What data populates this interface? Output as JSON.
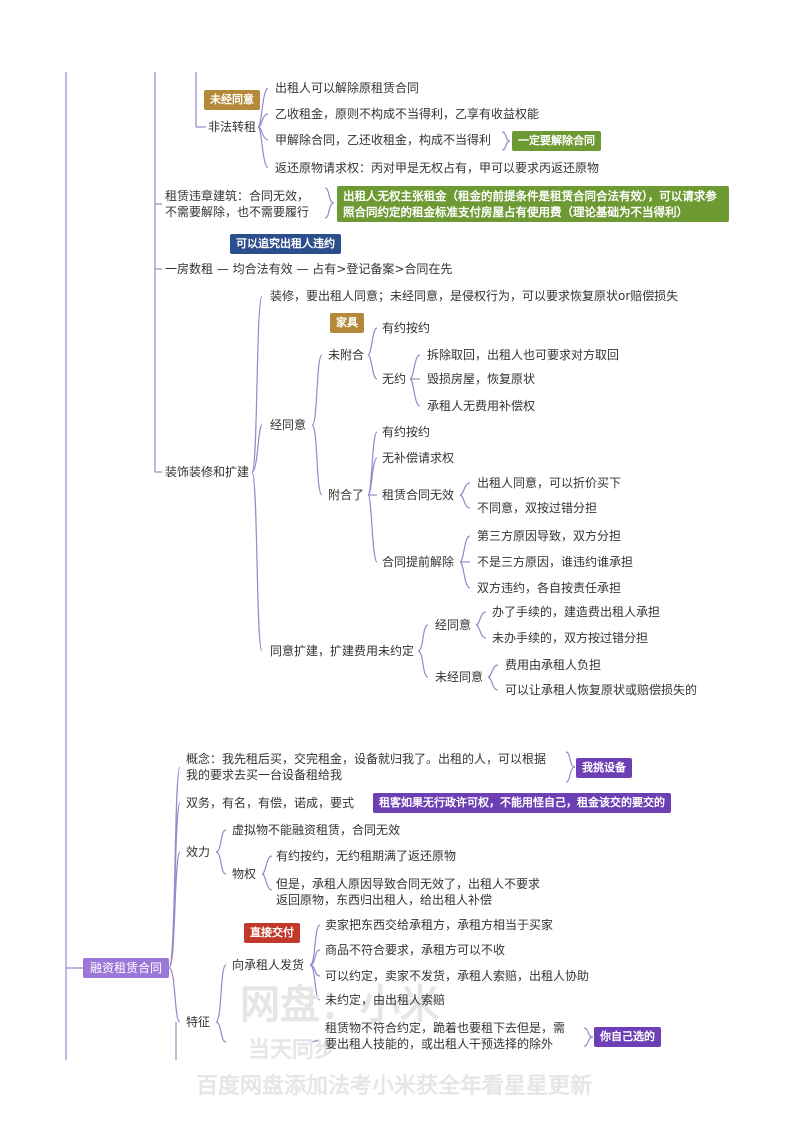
{
  "nodes": {
    "n1": "出租人可以解除原租赁合同",
    "n2": "乙收租金，原则不构成不当得利，乙享有收益权能",
    "n3": "甲解除合同，乙还收租金，构成不当得利",
    "n4": "返还原物请求权：丙对甲是无权占有，甲可以要求丙返还原物",
    "n_illegal": "非法转租",
    "n_weigui_1": "租赁违章建筑：合同无效，",
    "n_weigui_2": "不需要解除，也不需要履行",
    "n_yifang": "一房数租 — 均合法有效 — 占有>登记备案>合同在先",
    "n_zhuangxiu": "装修，要出租人同意；未经同意，是侵权行为，可以要求恢复原状or赔偿损失",
    "n_wfh": "未附合",
    "n_wfh_1": "有约按约",
    "n_wuyue": "无约",
    "n_wuyue_1": "拆除取回，出租人也可要求对方取回",
    "n_wuyue_2": "毁损房屋，恢复原状",
    "n_wuyue_3": "承租人无费用补偿权",
    "n_jty": "经同意",
    "n_fh_1": "有约按约",
    "n_fh_2": "无补偿请求权",
    "n_fh": "附合了",
    "n_wuxiao": "租赁合同无效",
    "n_wuxiao_1": "出租人同意，可以折价买下",
    "n_wuxiao_2": "不同意，双按过错分担",
    "n_tiqian": "合同提前解除",
    "n_tiqian_1": "第三方原因导致，双方分担",
    "n_tiqian_2": "不是三方原因，谁违约谁承担",
    "n_tiqian_3": "双方违约，各自按责任承担",
    "n_zxkj": "装饰装修和扩建",
    "n_kj": "同意扩建，扩建费用未约定",
    "n_kj_jty": "经同意",
    "n_kj_jty_1": "办了手续的，建造费出租人承担",
    "n_kj_jty_2": "未办手续的，双方按过错分担",
    "n_kj_wjty": "未经同意",
    "n_kj_wjty_1": "费用由承租人负担",
    "n_kj_wjty_2": "可以让承租人恢复原状或赔偿损失的",
    "n_gn_1": "概念：我先租后买，交完租金，设备就归我了。出租的人，可以根据",
    "n_gn_2": "我的要求去买一台设备租给我",
    "n_sw": "双务，有名，有偿，诺成，要式",
    "n_xn": "虚拟物不能融资租赁，合同无效",
    "n_xl": "效力",
    "n_wq": "物权",
    "n_wq_1": "有约按约，无约租期满了返还原物",
    "n_wq_2a": "但是，承租人原因导致合同无效了，出租人不要求",
    "n_wq_2b": "返回原物，东西归出租人，给出租人补偿",
    "n_fh_goods": "向承租人发货",
    "n_fh_goods_1": "卖家把东西交给承租方，承租方相当于买家",
    "n_fh_goods_2": "商品不符合要求，承租方可以不收",
    "n_fh_goods_3": "可以约定，卖家不发货，承租人索赔，出租人协助",
    "n_fh_goods_4": "未约定，由出租人索赔",
    "n_tz": "特征",
    "n_zlw_1": "租赁物不符合约定，跪着也要租下去但是，需",
    "n_zlw_2": "要出租人技能的，或出租人干预选择的除外",
    "root": "融资租赁合同"
  },
  "tags": {
    "weijingtongyi": "未经同意",
    "yiding": "一定要解除合同",
    "weigui_note": "出租人无权主张租金（租金的前提条件是租赁合同合法有效），可以请求参照合同约定的租金标准支付房屋占有使用费（理论基础为不当得利）",
    "zhuijiu": "可以追究出租人违约",
    "jiaju": "家具",
    "wotiao": "我挑设备",
    "zukezhiquan": "租客如果无行政许可权，不能用怪自己，租金该交的要交的",
    "zhijie": "直接交付",
    "nizijide": "你自己选的"
  },
  "watermark": {
    "line1": "网盘：小米",
    "line2": "当天同步",
    "line3": "百度网盘添加法考小米获全年看星星更新"
  },
  "colors": {
    "gold": "#b5893a",
    "blue": "#2b4e8c",
    "green": "#6e9a34",
    "purple": "#6d3fb5",
    "red": "#c0392b",
    "root": "#9b77d8",
    "line": "#9b87c9"
  }
}
